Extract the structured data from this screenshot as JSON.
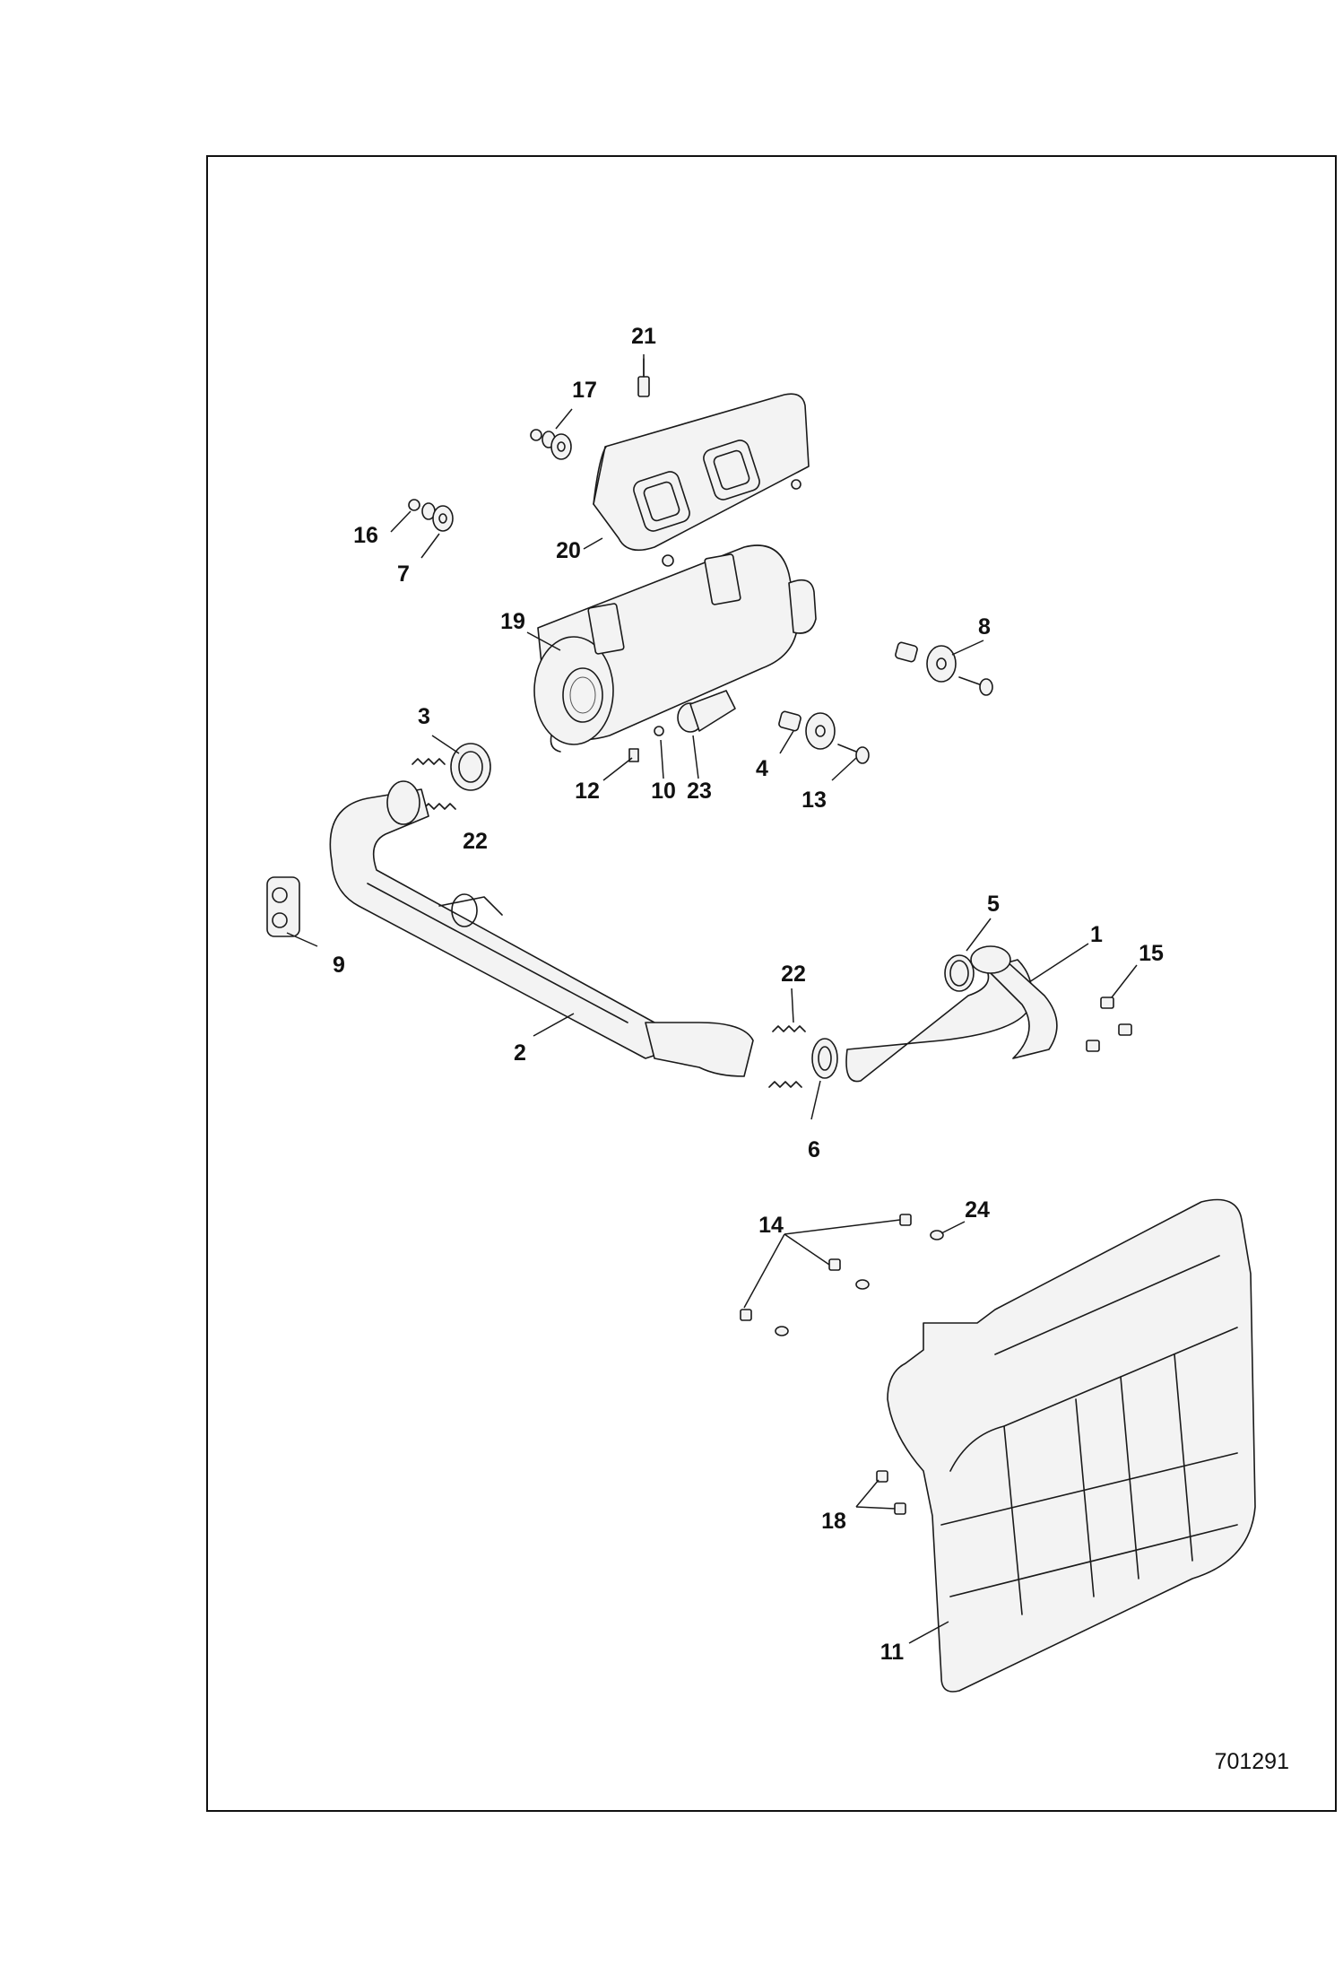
{
  "diagram": {
    "figure_id": "701291",
    "callouts": [
      {
        "n": "1"
      },
      {
        "n": "2"
      },
      {
        "n": "3"
      },
      {
        "n": "4"
      },
      {
        "n": "5"
      },
      {
        "n": "6"
      },
      {
        "n": "7"
      },
      {
        "n": "8"
      },
      {
        "n": "9"
      },
      {
        "n": "10"
      },
      {
        "n": "11"
      },
      {
        "n": "12"
      },
      {
        "n": "13"
      },
      {
        "n": "14"
      },
      {
        "n": "15"
      },
      {
        "n": "16"
      },
      {
        "n": "17"
      },
      {
        "n": "18"
      },
      {
        "n": "19"
      },
      {
        "n": "20"
      },
      {
        "n": "21"
      },
      {
        "n": "22"
      },
      {
        "n": "22"
      },
      {
        "n": "23"
      },
      {
        "n": "24"
      }
    ]
  }
}
